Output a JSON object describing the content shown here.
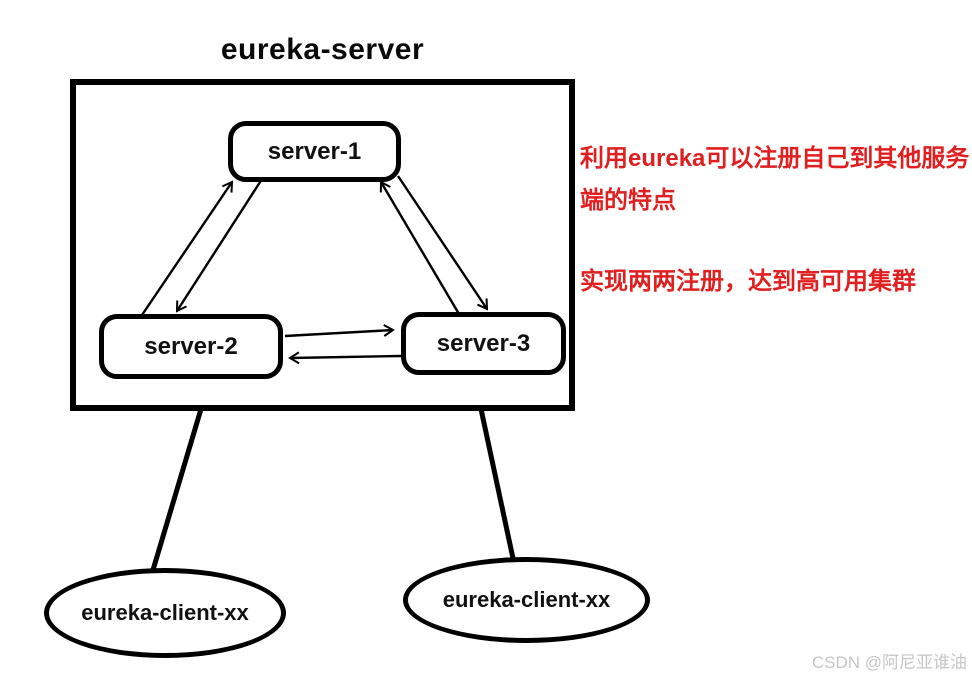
{
  "diagram": {
    "title": "eureka-server",
    "servers": [
      {
        "label": "server-1"
      },
      {
        "label": "server-2"
      },
      {
        "label": "server-3"
      }
    ],
    "clients": [
      {
        "label": "eureka-client-xx"
      },
      {
        "label": "eureka-client-xx"
      }
    ],
    "annotations": [
      {
        "text": "利用eureka可以注册自己到其他服务"
      },
      {
        "text": "端的特点"
      },
      {
        "text": "实现两两注册，达到高可用集群"
      }
    ],
    "annotation_color": "#e02020",
    "stroke_color": "#000000",
    "edges": [
      {
        "from": "server-2",
        "to": "server-1",
        "style": "arrow"
      },
      {
        "from": "server-1",
        "to": "server-2",
        "style": "arrow"
      },
      {
        "from": "server-3",
        "to": "server-1",
        "style": "arrow"
      },
      {
        "from": "server-1",
        "to": "server-3",
        "style": "arrow"
      },
      {
        "from": "server-2",
        "to": "server-3",
        "style": "arrow"
      },
      {
        "from": "server-3",
        "to": "server-2",
        "style": "arrow"
      },
      {
        "from": "eureka-server",
        "to": "eureka-client-left",
        "style": "line"
      },
      {
        "from": "eureka-server",
        "to": "eureka-client-right",
        "style": "line"
      }
    ]
  },
  "watermark": {
    "text": "CSDN @阿尼亚谁油",
    "color": "#c6c6c6"
  }
}
